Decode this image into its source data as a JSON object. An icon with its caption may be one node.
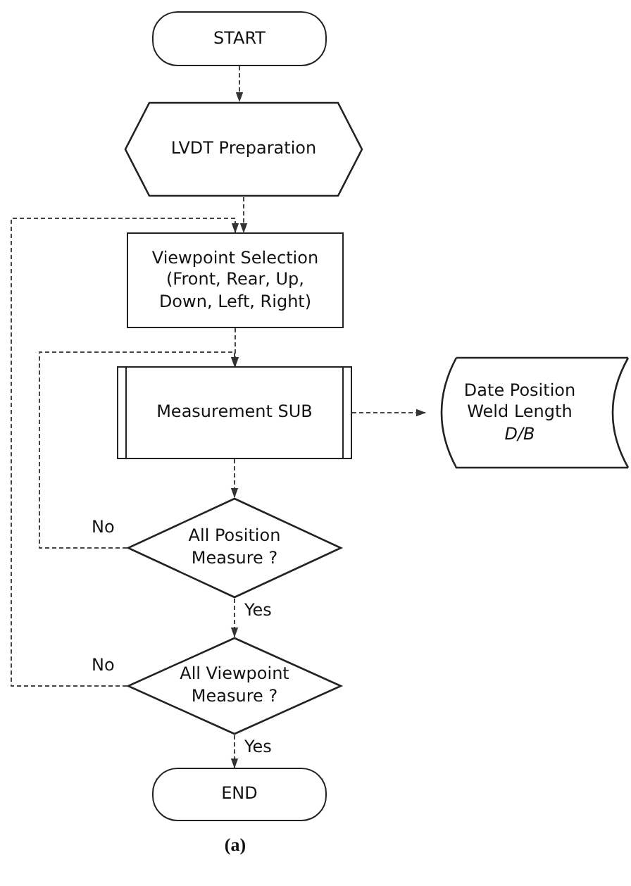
{
  "diagram": {
    "caption": "(a)",
    "nodes": [
      {
        "text": [
          "START"
        ]
      },
      {
        "text": [
          "LVDT Preparation"
        ]
      },
      {
        "text": [
          "Viewpoint Selection (Front, Rear, Up, Down, Left, Right)"
        ]
      },
      {
        "text": [
          "Measurement SUB"
        ]
      },
      {
        "text": [
          "Date Position Weld Length *D/B*"
        ]
      },
      {
        "text": [
          "All Position Measure ?"
        ]
      },
      {
        "text": [
          "All Viewpoint Measure ?"
        ]
      },
      {
        "text": [
          "END"
        ]
      }
    ],
    "edges": [
      {
        "from": 0,
        "to": 1,
        "arrow": "to",
        "style": "dashed"
      },
      {
        "from": 1,
        "to": 2,
        "arrow": "to",
        "style": "dashed"
      },
      {
        "from": 2,
        "to": 3,
        "arrow": "to",
        "style": "dashed"
      },
      {
        "from": 3,
        "to": 4,
        "arrow": "to",
        "style": "dashed"
      },
      {
        "from": 3,
        "to": 5,
        "arrow": "to",
        "style": "dashed"
      },
      {
        "from": 5,
        "to": 3,
        "label": "No",
        "arrow": "to",
        "style": "dashed"
      },
      {
        "from": 5,
        "to": 6,
        "label": "Yes",
        "arrow": "to",
        "style": "dashed"
      },
      {
        "from": 6,
        "to": 2,
        "label": "No",
        "arrow": "to",
        "style": "dashed"
      },
      {
        "from": 6,
        "to": 7,
        "label": "Yes",
        "arrow": "to",
        "style": "dashed"
      }
    ]
  }
}
